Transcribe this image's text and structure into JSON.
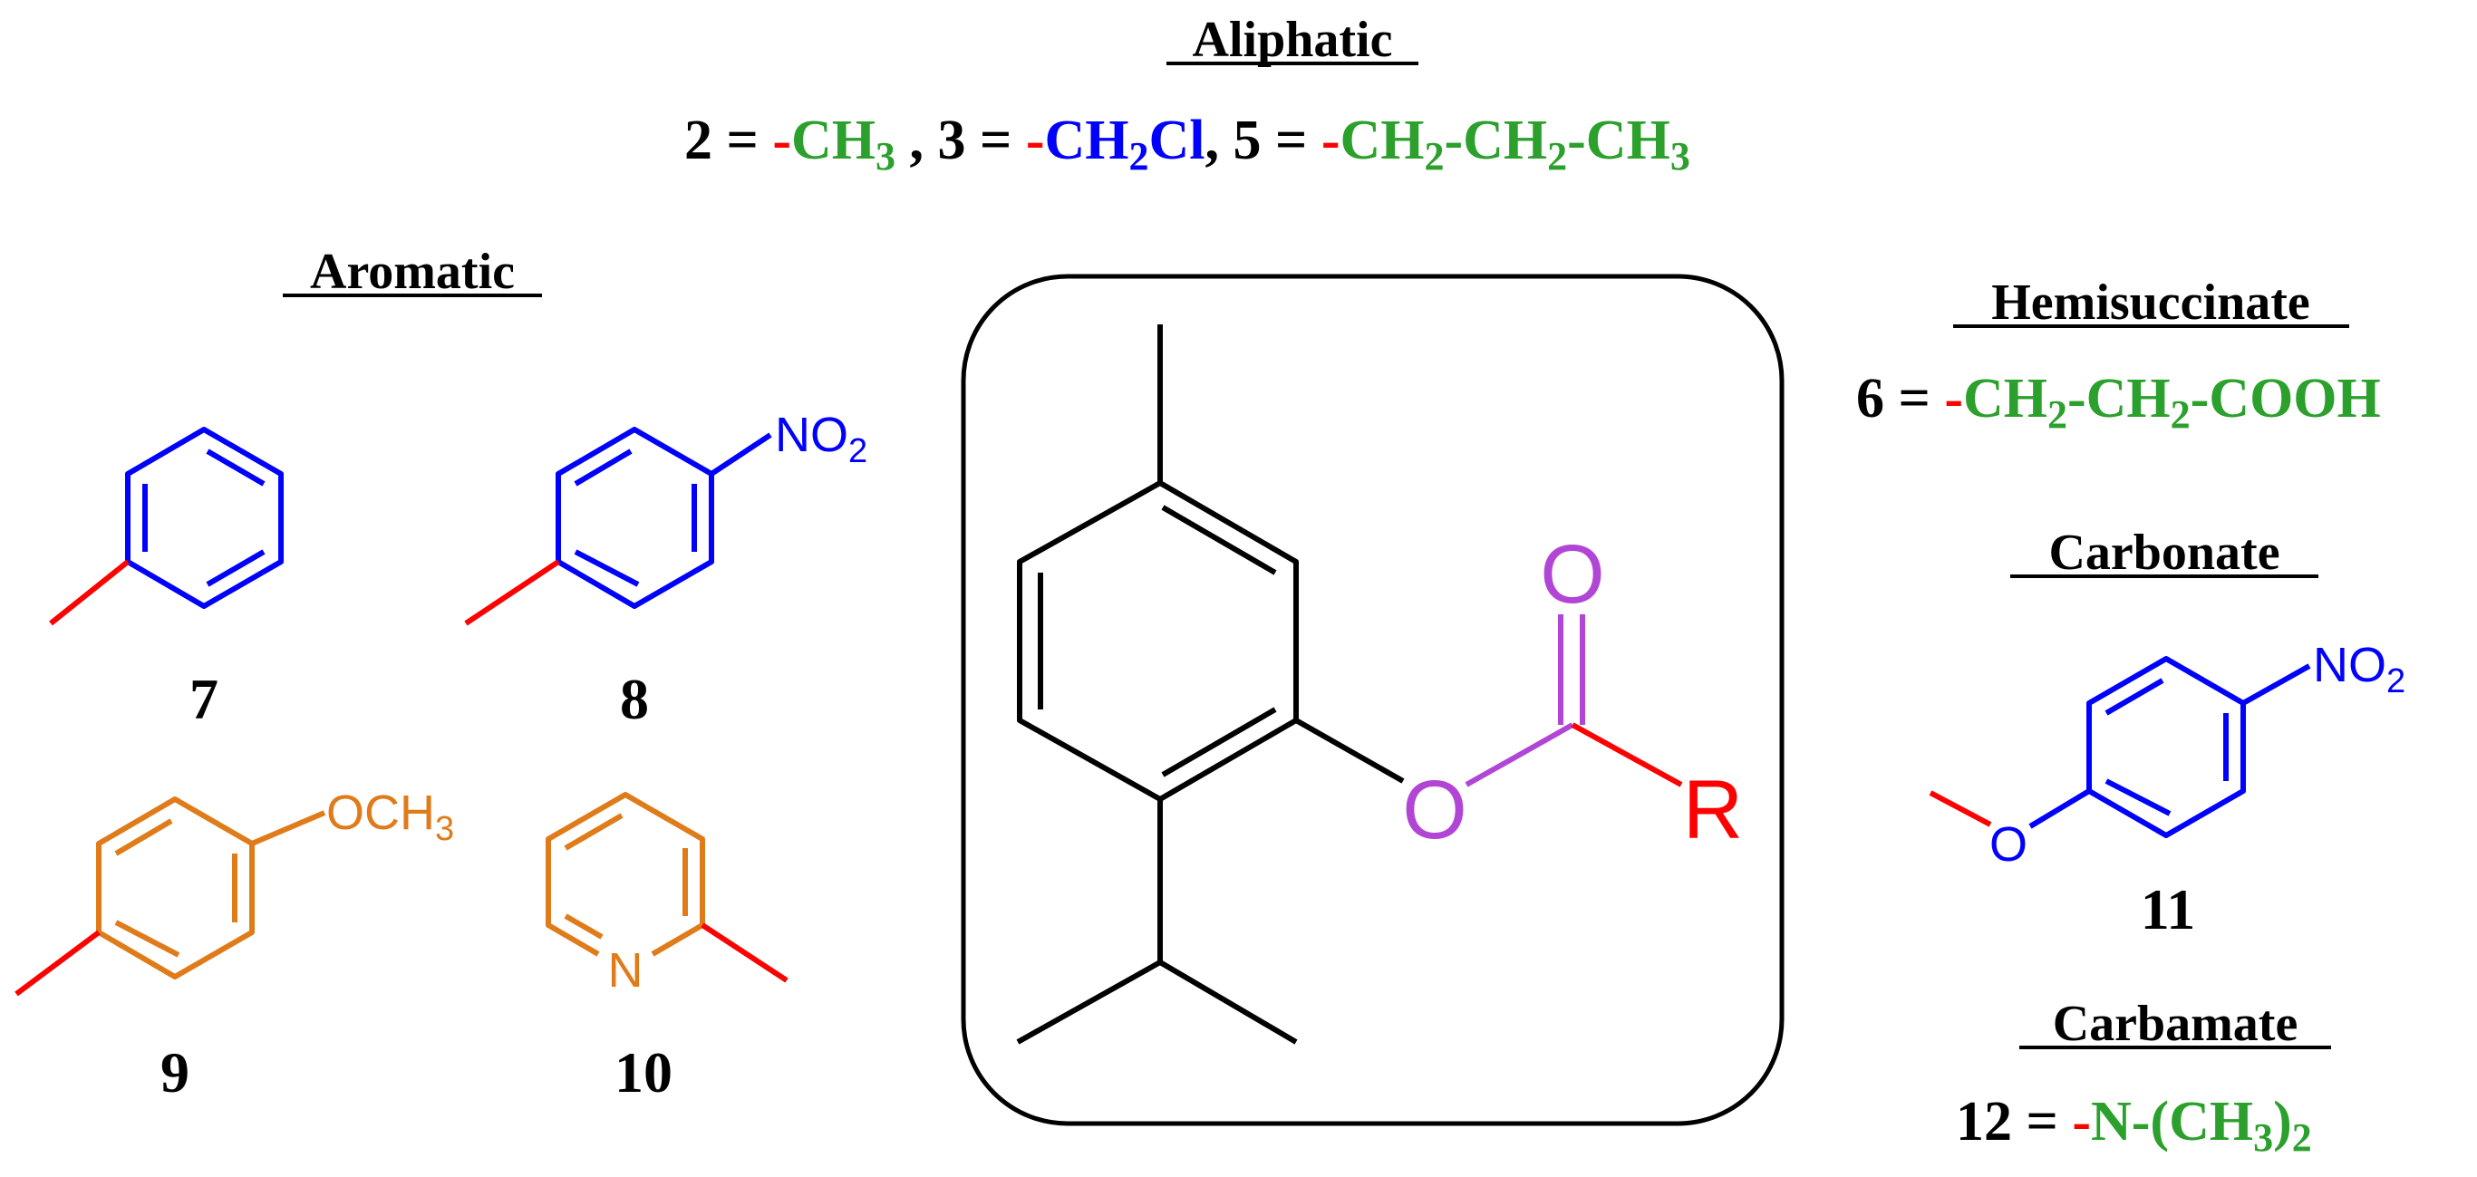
{
  "colors": {
    "black": "#000000",
    "red": "#ff0000",
    "green": "#2ca02c",
    "blue": "#0000ff",
    "orange": "#e07b1a",
    "purple": "#b146d6"
  },
  "aliphatic": {
    "heading": "Aliphatic",
    "items": [
      {
        "num": "2",
        "eq": " = ",
        "dash": "-",
        "group": "CH",
        "sub": "3",
        "sep": " ,  "
      },
      {
        "num": "3",
        "eq": " = ",
        "dash": "-",
        "group": "CH",
        "sub": "2",
        "tail": "Cl",
        "sep": ",  "
      },
      {
        "num": "5",
        "eq": " = ",
        "dash": "-",
        "g1": "CH",
        "s1": "2",
        "g2": "-CH",
        "s2": "2",
        "g3": "-CH",
        "s3": "3"
      }
    ]
  },
  "aromatic": {
    "heading": "Aromatic",
    "compounds": [
      {
        "label": "7"
      },
      {
        "label": "8",
        "substituent": "NO",
        "sub": "2"
      },
      {
        "label": "9",
        "substituent": "OCH",
        "sub": "3"
      },
      {
        "label": "10",
        "heteroatom": "N"
      }
    ]
  },
  "core": {
    "carbonyl_o": "O",
    "ester_o": "O",
    "r_group": "R"
  },
  "hemisuccinate": {
    "heading": "Hemisuccinate",
    "num": "6",
    "eq": " = ",
    "dash": "-",
    "g1": "CH",
    "s1": "2",
    "g2": "-CH",
    "s2": "2",
    "g3": "-COOH"
  },
  "carbonate": {
    "heading": "Carbonate",
    "label": "11",
    "substituent": "NO",
    "sub": "2",
    "oxygen": "O"
  },
  "carbamate": {
    "heading": "Carbamate",
    "num": "12",
    "eq": " = ",
    "dash": "-",
    "g1": "N-(CH",
    "s1": "3",
    "g2": ")",
    "s2": "2"
  }
}
